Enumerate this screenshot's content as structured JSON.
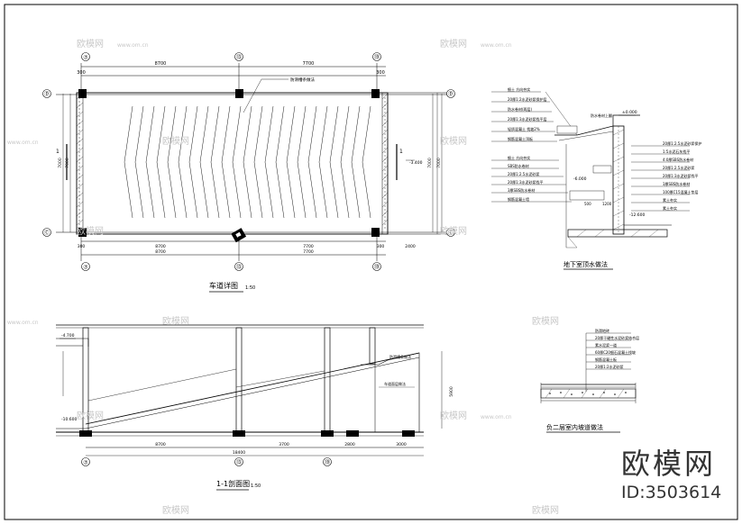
{
  "plan": {
    "title": "车道详图",
    "scale": "1:50",
    "top_dims": [
      "8700",
      "7700"
    ],
    "top_dims_outer": [
      "300",
      "300"
    ],
    "bottom_dims": [
      "8700",
      "7700"
    ],
    "bottom_dims_inner": [
      "8700",
      "7700"
    ],
    "bottom_dims_outer": [
      "300",
      "300",
      "2400"
    ],
    "left_dims": [
      "7000",
      "7000"
    ],
    "right_dims": [
      "7000",
      "7000"
    ],
    "axes_top": [
      "⑦",
      "⑬",
      "⑲"
    ],
    "axes_bottom": [
      "⑦",
      "⑬",
      "⑲"
    ],
    "axes_left": [
      "Ⓓ",
      "Ⓒ"
    ],
    "axes_right": [
      "Ⓓ",
      "Ⓒ"
    ],
    "section_mark": "1",
    "level_mark": "-3.400",
    "note_drain": "防滑槽条做法"
  },
  "detail1": {
    "title": "地下室顶水做法",
    "layers_top": [
      "细土 方向夯实",
      "20厚1:2水泥砂浆保护层",
      "防水卷材(两层)",
      "20厚1:3水泥砂浆找平层",
      "轻质混凝土 找坡2%",
      "钢筋混凝土顶板"
    ],
    "layers_mid": [
      "细土 方向夯实",
      "SBS防水卷材",
      "20厚1:2.5水泥砂浆",
      "20厚1:3水泥砂浆找平",
      "3厚SBS防水卷材",
      "钢筋混凝土墙"
    ],
    "layers_right": [
      "20厚1:2.5水泥砂浆保护",
      "1:5水泥石灰找平",
      "4.0厚SBS防水卷材",
      "20厚1:2.5水泥砂浆",
      "20厚1:3水泥砂浆找平",
      "3厚SBS防水卷材",
      "100厚C15混凝土垫层",
      "素土夯实",
      "素土夯实"
    ],
    "level_top": "±0.000",
    "level_bottom": "-12.600",
    "level_mid": "-6.000",
    "dim1": "500",
    "dim2": "1200",
    "note_wall": "防水卷材上翻"
  },
  "section": {
    "title": "1-1剖面图",
    "scale": "1:50",
    "dims": [
      "8700",
      "3700",
      "2800",
      "3000"
    ],
    "total": "18400",
    "level_top": "-4.700",
    "level_bottom": "-10.600",
    "height_dim": "5900",
    "note_slope": "防滑槽条做法",
    "note_ramp": "车道面层做法",
    "axes": [
      "⑦",
      "⑬",
      "⑲"
    ]
  },
  "detail2": {
    "title": "负二层室内坡道做法",
    "layers": [
      "防滑地砖",
      "20厚干硬性水泥砂浆结合层",
      "素水泥浆一道",
      "60厚C20细石混凝土找坡",
      "钢筋混凝土板",
      "20厚1:2水泥砂浆"
    ]
  },
  "watermark": {
    "brand": "欧模网",
    "url": "www.om.cn",
    "id_text": "ID:3503614"
  }
}
